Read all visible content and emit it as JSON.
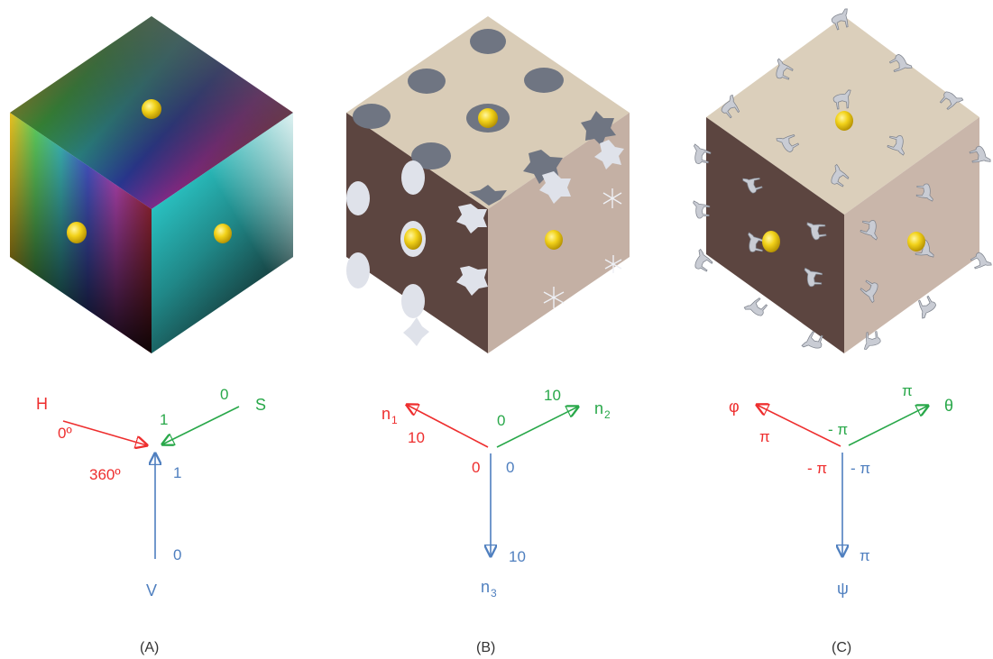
{
  "colors": {
    "red": "#ee2e2e",
    "green": "#29a84a",
    "blue": "#4f7fbf",
    "caption": "#333333",
    "sphere": "#f2d21a",
    "top_face_b": "#d9ccb7",
    "left_face_b": "#5c4540",
    "right_face_b": "#c4b0a4",
    "top_face_c": "#dbcfbb",
    "left_face_c": "#5c4540",
    "right_face_c": "#c9b6aa",
    "disc_gray": "#6f7582",
    "disc_light": "#dfe2ea"
  },
  "panels": [
    {
      "caption": "(A)",
      "cube_kind": "hsv-color-cube",
      "axes": {
        "red": {
          "name": "H",
          "start": "0º",
          "end": "360º"
        },
        "green": {
          "name": "S",
          "start": "0",
          "end": "1"
        },
        "blue": {
          "name": "V",
          "start": "0",
          "end": "1"
        }
      }
    },
    {
      "caption": "(B)",
      "cube_kind": "shape-descriptor-cube",
      "axes": {
        "red": {
          "name": "n",
          "sub": "1",
          "start": "0",
          "end": "10"
        },
        "green": {
          "name": "n",
          "sub": "2",
          "start": "0",
          "end": "10"
        },
        "blue": {
          "name": "n",
          "sub": "3",
          "start": "0",
          "end": "10"
        }
      }
    },
    {
      "caption": "(C)",
      "cube_kind": "rotation-angle-cube",
      "axes": {
        "red": {
          "name": "φ",
          "start": "- π",
          "end": "π"
        },
        "green": {
          "name": "θ",
          "start": "- π",
          "end": "π"
        },
        "blue": {
          "name": "ψ",
          "start": "- π",
          "end": "π"
        }
      }
    }
  ]
}
